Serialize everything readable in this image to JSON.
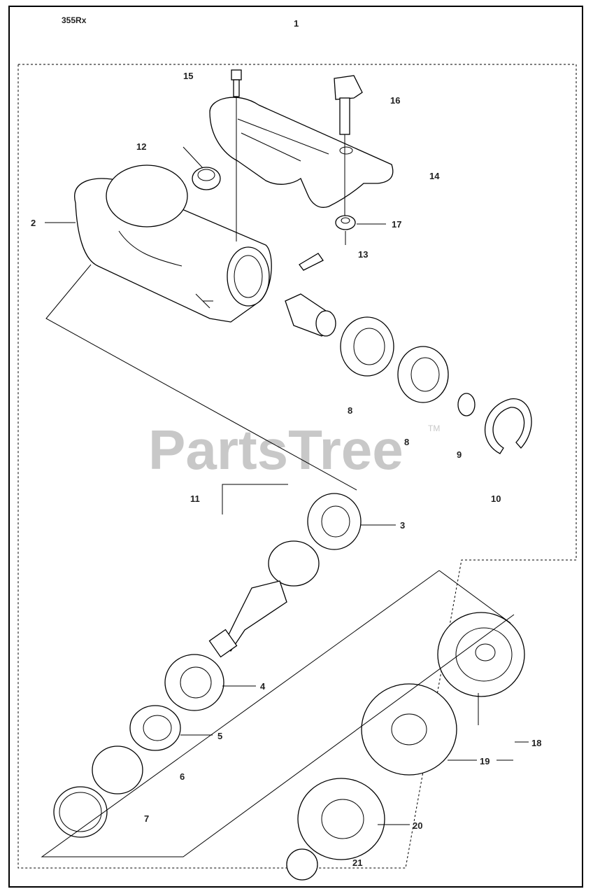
{
  "model": "355Rx",
  "watermark": {
    "text": "PartsTree",
    "trademark": "TM"
  },
  "callouts": {
    "c1": "1",
    "c2": "2",
    "c3": "3",
    "c4": "4",
    "c5": "5",
    "c6": "6",
    "c7": "7",
    "c8a": "8",
    "c8b": "8",
    "c9": "9",
    "c10": "10",
    "c11": "11",
    "c12": "12",
    "c13": "13",
    "c14": "14",
    "c15": "15",
    "c16": "16",
    "c17": "17",
    "c18": "18",
    "c19": "19",
    "c20": "20",
    "c21": "21"
  }
}
